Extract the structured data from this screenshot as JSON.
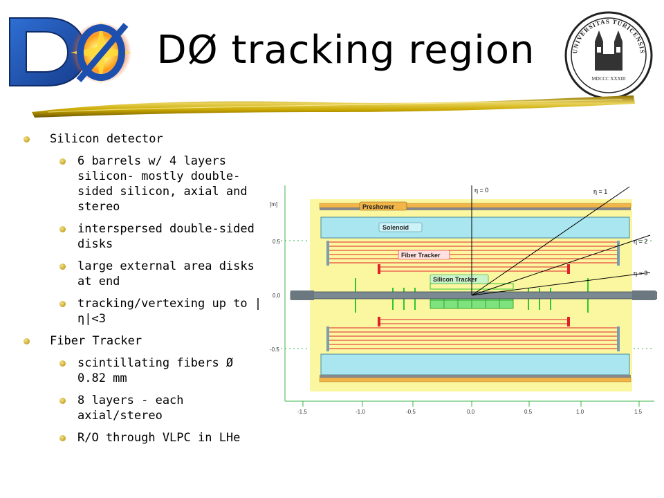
{
  "header": {
    "title": "DØ tracking region"
  },
  "logo": {
    "text": "DØ"
  },
  "seal": {
    "text_top": "UNIVERSITAS TURICENSIS",
    "text_bottom": "MDCCC XXXIII"
  },
  "bullets": {
    "silicon": {
      "label": "Silicon detector",
      "items": [
        "6 barrels w/ 4 layers silicon- mostly double-sided silicon, axial and stereo",
        "interspersed double-sided disks",
        "large external area disks at end",
        "tracking/vertexing up to |η|<3"
      ]
    },
    "fiber": {
      "label": "Fiber Tracker",
      "items": [
        "scintillating fibers Ø 0.82 mm",
        "8 layers - each axial/stereo",
        "R/O through VLPC in LHe"
      ]
    }
  },
  "diagram": {
    "unit_label": "[m]",
    "y_ticks": [
      "0.5",
      "0.0",
      "-0.5"
    ],
    "x_ticks": [
      "-1.5",
      "-1.0",
      "-0.5",
      "0.0",
      "0.5",
      "1.0",
      "1.5"
    ],
    "labels": {
      "preshower": "Preshower",
      "solenoid": "Solenoid",
      "fiber_tracker": "Fiber Tracker",
      "silicon_tracker": "Silicon Tracker"
    },
    "eta_lines": [
      {
        "label": "η = 0",
        "eta": 0
      },
      {
        "label": "η = 1",
        "eta": 1
      },
      {
        "label": "η = 2",
        "eta": 2
      },
      {
        "label": "η = 3",
        "eta": 3
      }
    ],
    "colors": {
      "background": "#fbf7a0",
      "solenoid": "#a9e6ef",
      "preshower": "#f2b54a",
      "fibers": "#e0202a",
      "silicon": "#2ec82e",
      "grid": "#3cb44a",
      "beampipe": "#7b8a92"
    }
  }
}
